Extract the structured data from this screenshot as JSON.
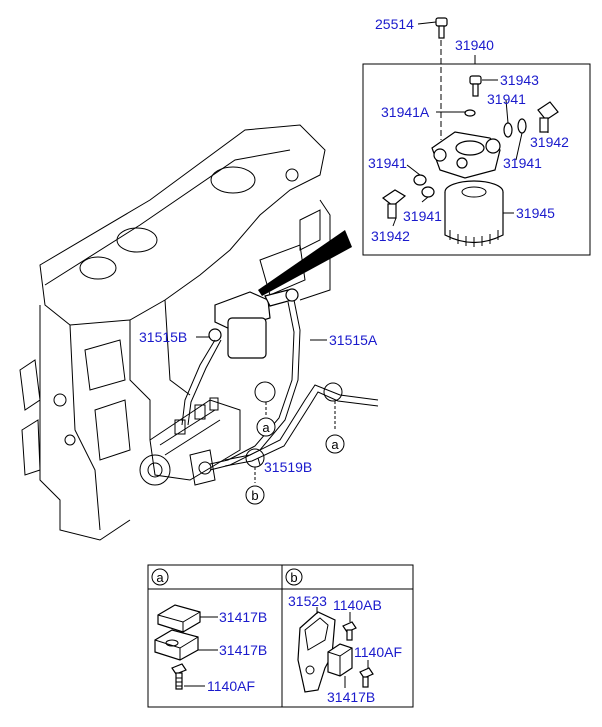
{
  "callouts": {
    "c25514": "25514",
    "c31940": "31940",
    "c31943": "31943",
    "c31941A": "31941A",
    "c31941_1": "31941",
    "c31941_2": "31941",
    "c31941_3": "31941",
    "c31941_4": "31941",
    "c31942_1": "31942",
    "c31942_2": "31942",
    "c31945": "31945",
    "c31515B": "31515B",
    "c31515A": "31515A",
    "c31519B": "31519B"
  },
  "refs": {
    "a": "a",
    "b": "b"
  },
  "detail_a": {
    "header": "a",
    "labels": [
      "31417B",
      "31417B",
      "1140AF"
    ]
  },
  "detail_b": {
    "header": "b",
    "labels": [
      "31523",
      "1140AB",
      "1140AF",
      "31417B"
    ]
  },
  "colors": {
    "label": "#1a1acc",
    "line": "#000000"
  }
}
